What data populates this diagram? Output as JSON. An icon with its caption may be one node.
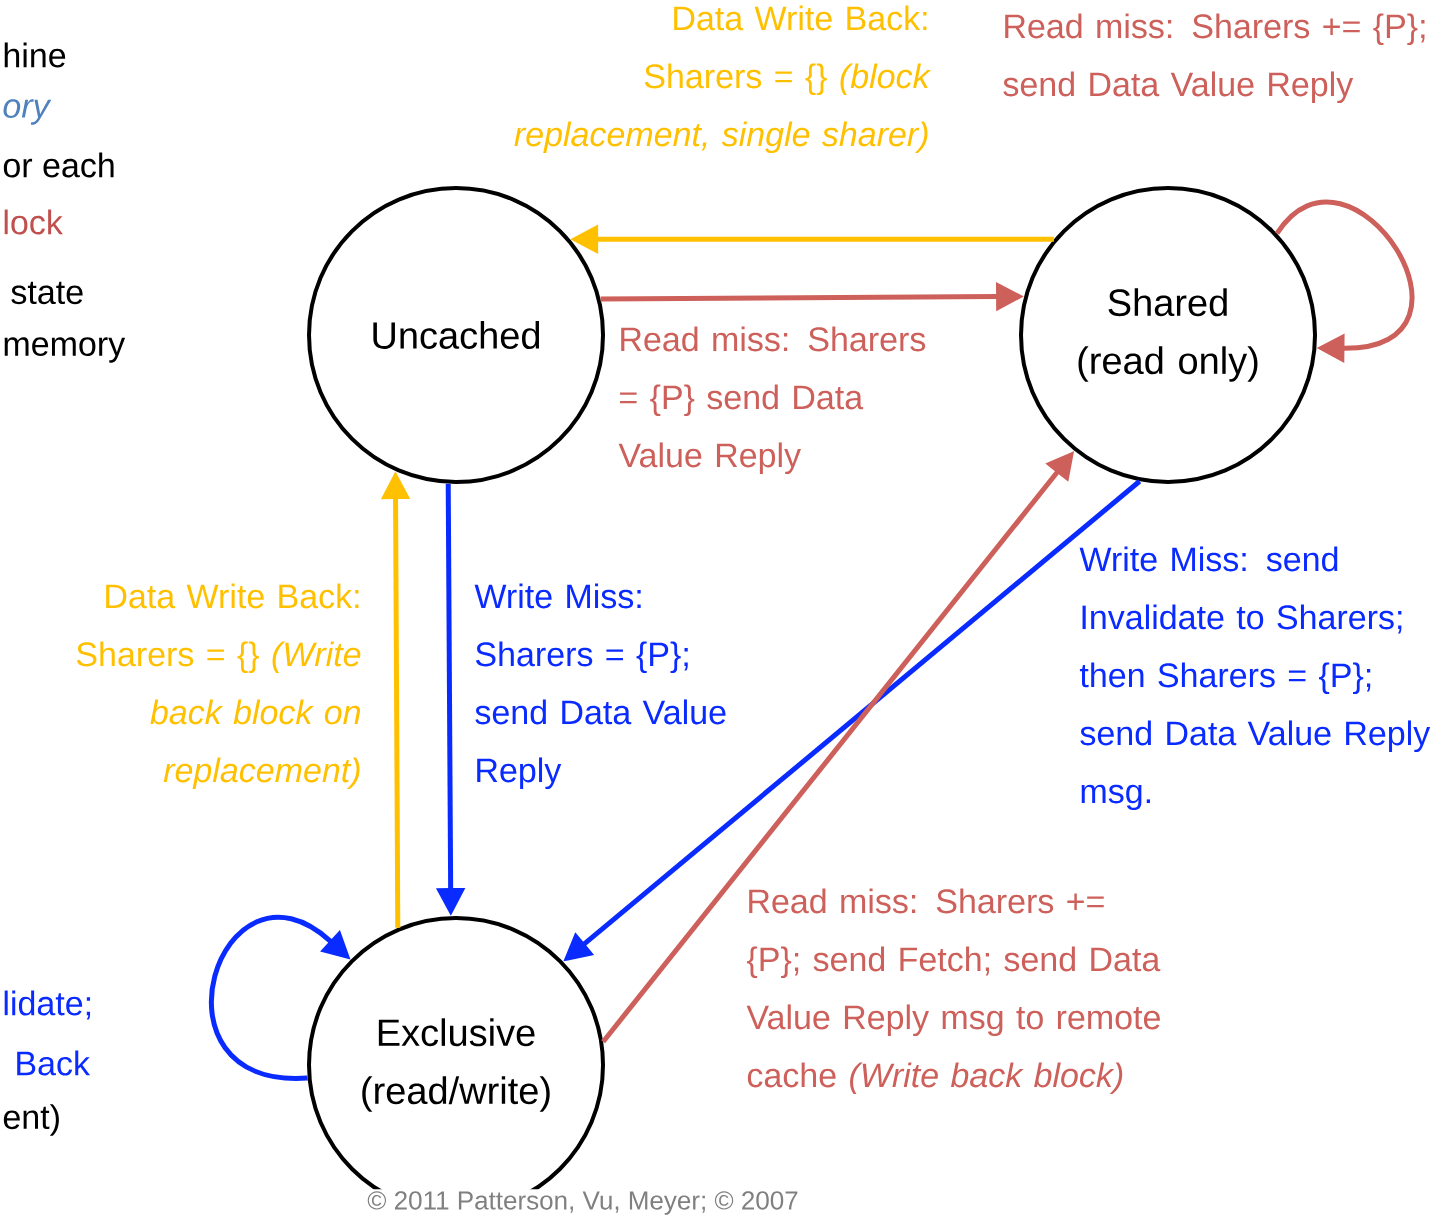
{
  "diagram": {
    "nodes": [
      {
        "text": [
          "Uncached"
        ]
      },
      {
        "text": [
          "Shared (read only)"
        ]
      },
      {
        "text": [
          "Exclusive (read/write)"
        ]
      }
    ],
    "edges": [
      {
        "from": 1,
        "to": 0,
        "arrow": "to",
        "color": "#ffc000",
        "label": "Data Write Back: Sharers = {} *(block replacement, single sharer)*"
      },
      {
        "from": 0,
        "to": 1,
        "arrow": "to",
        "color": "#cd605a",
        "label": "Read miss: Sharers = {P} send Data Value Reply"
      },
      {
        "from": 1,
        "to": 1,
        "arrow": "to",
        "color": "#cd605a",
        "label": "Read miss: Sharers += {P}; send Data Value Reply"
      },
      {
        "from": 2,
        "to": 0,
        "arrow": "to",
        "color": "#ffc000",
        "label": "Data Write Back: Sharers = {} *(Write back block on replacement)*"
      },
      {
        "from": 0,
        "to": 2,
        "arrow": "to",
        "color": "#0a2bff",
        "label": "Write Miss: Sharers = {P}; send Data Value Reply"
      },
      {
        "from": 1,
        "to": 2,
        "arrow": "to",
        "color": "#0a2bff",
        "label": "Write Miss: send Invalidate to Sharers; then Sharers = {P}; send Data Value Reply msg."
      },
      {
        "from": 2,
        "to": 1,
        "arrow": "to",
        "color": "#cd605a",
        "label": "Read miss: Sharers += {P}; send Fetch; send Data Value Reply msg to remote cache *(Write back block)*"
      },
      {
        "from": 2,
        "to": 2,
        "arrow": "to",
        "color": "#0a2bff"
      }
    ],
    "labels": [
      "hine",
      "ory",
      "or each",
      "lock",
      "state",
      "memory",
      "lidate;",
      "Back",
      "ent)",
      "© 2011 Patterson, Vu, Meyer; © 2007"
    ]
  }
}
